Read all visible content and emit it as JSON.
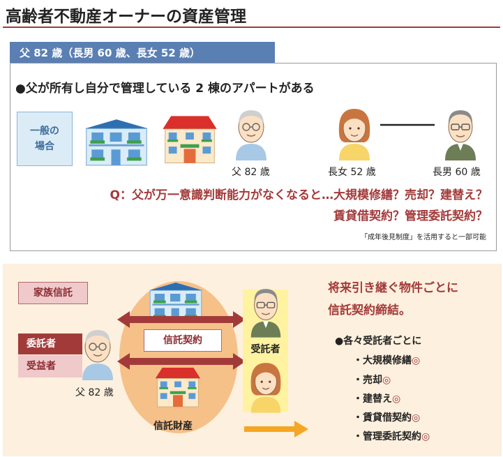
{
  "title": "高齢者不動産オーナーの資産管理",
  "section1": {
    "tab_label": "父 82 歳（長男 60 歳、長女 52 歳）",
    "headline": "●父が所有し自分で管理している 2 棟のアパートがある",
    "case_label_line1": "一般の",
    "case_label_line2": "場合",
    "persons": [
      {
        "label": "父 82 歳"
      },
      {
        "label": "長女 52 歳"
      },
      {
        "label": "長男 60 歳"
      }
    ],
    "question_line1": "Q：父が万一意識判断能力がなくなると…大規模修繕？売却？建替え？",
    "question_line2": "賃貸借契約？管理委託契約？",
    "note": "「成年後見制度」を活用すると一部可能"
  },
  "section2": {
    "tab_label": "家族信託",
    "role_entrustor": "委託者",
    "role_beneficiary": "受益者",
    "father_label": "父 82 歳",
    "contract_label": "信託契約",
    "asset_label": "信託財産",
    "trustee_label": "受託者",
    "headline_line1": "将来引き継ぐ物件ごとに",
    "headline_line2": "信託契約締結。",
    "sub_heading": "●各々受託者ごとに",
    "options": [
      {
        "label": "・大規模修繕",
        "mark": "◎"
      },
      {
        "label": "・売却",
        "mark": "◎"
      },
      {
        "label": "・建替え",
        "mark": "◎"
      },
      {
        "label": "・賃貸借契約",
        "mark": "◎"
      },
      {
        "label": "・管理委託契約",
        "mark": "◎"
      }
    ]
  },
  "colors": {
    "accent_red": "#a33a3a",
    "tab_blue": "#5a7fb3",
    "section2_bg": "#fdf0de",
    "ellipse_orange": "#f6c089",
    "arrow_yellow": "#f5a623"
  }
}
